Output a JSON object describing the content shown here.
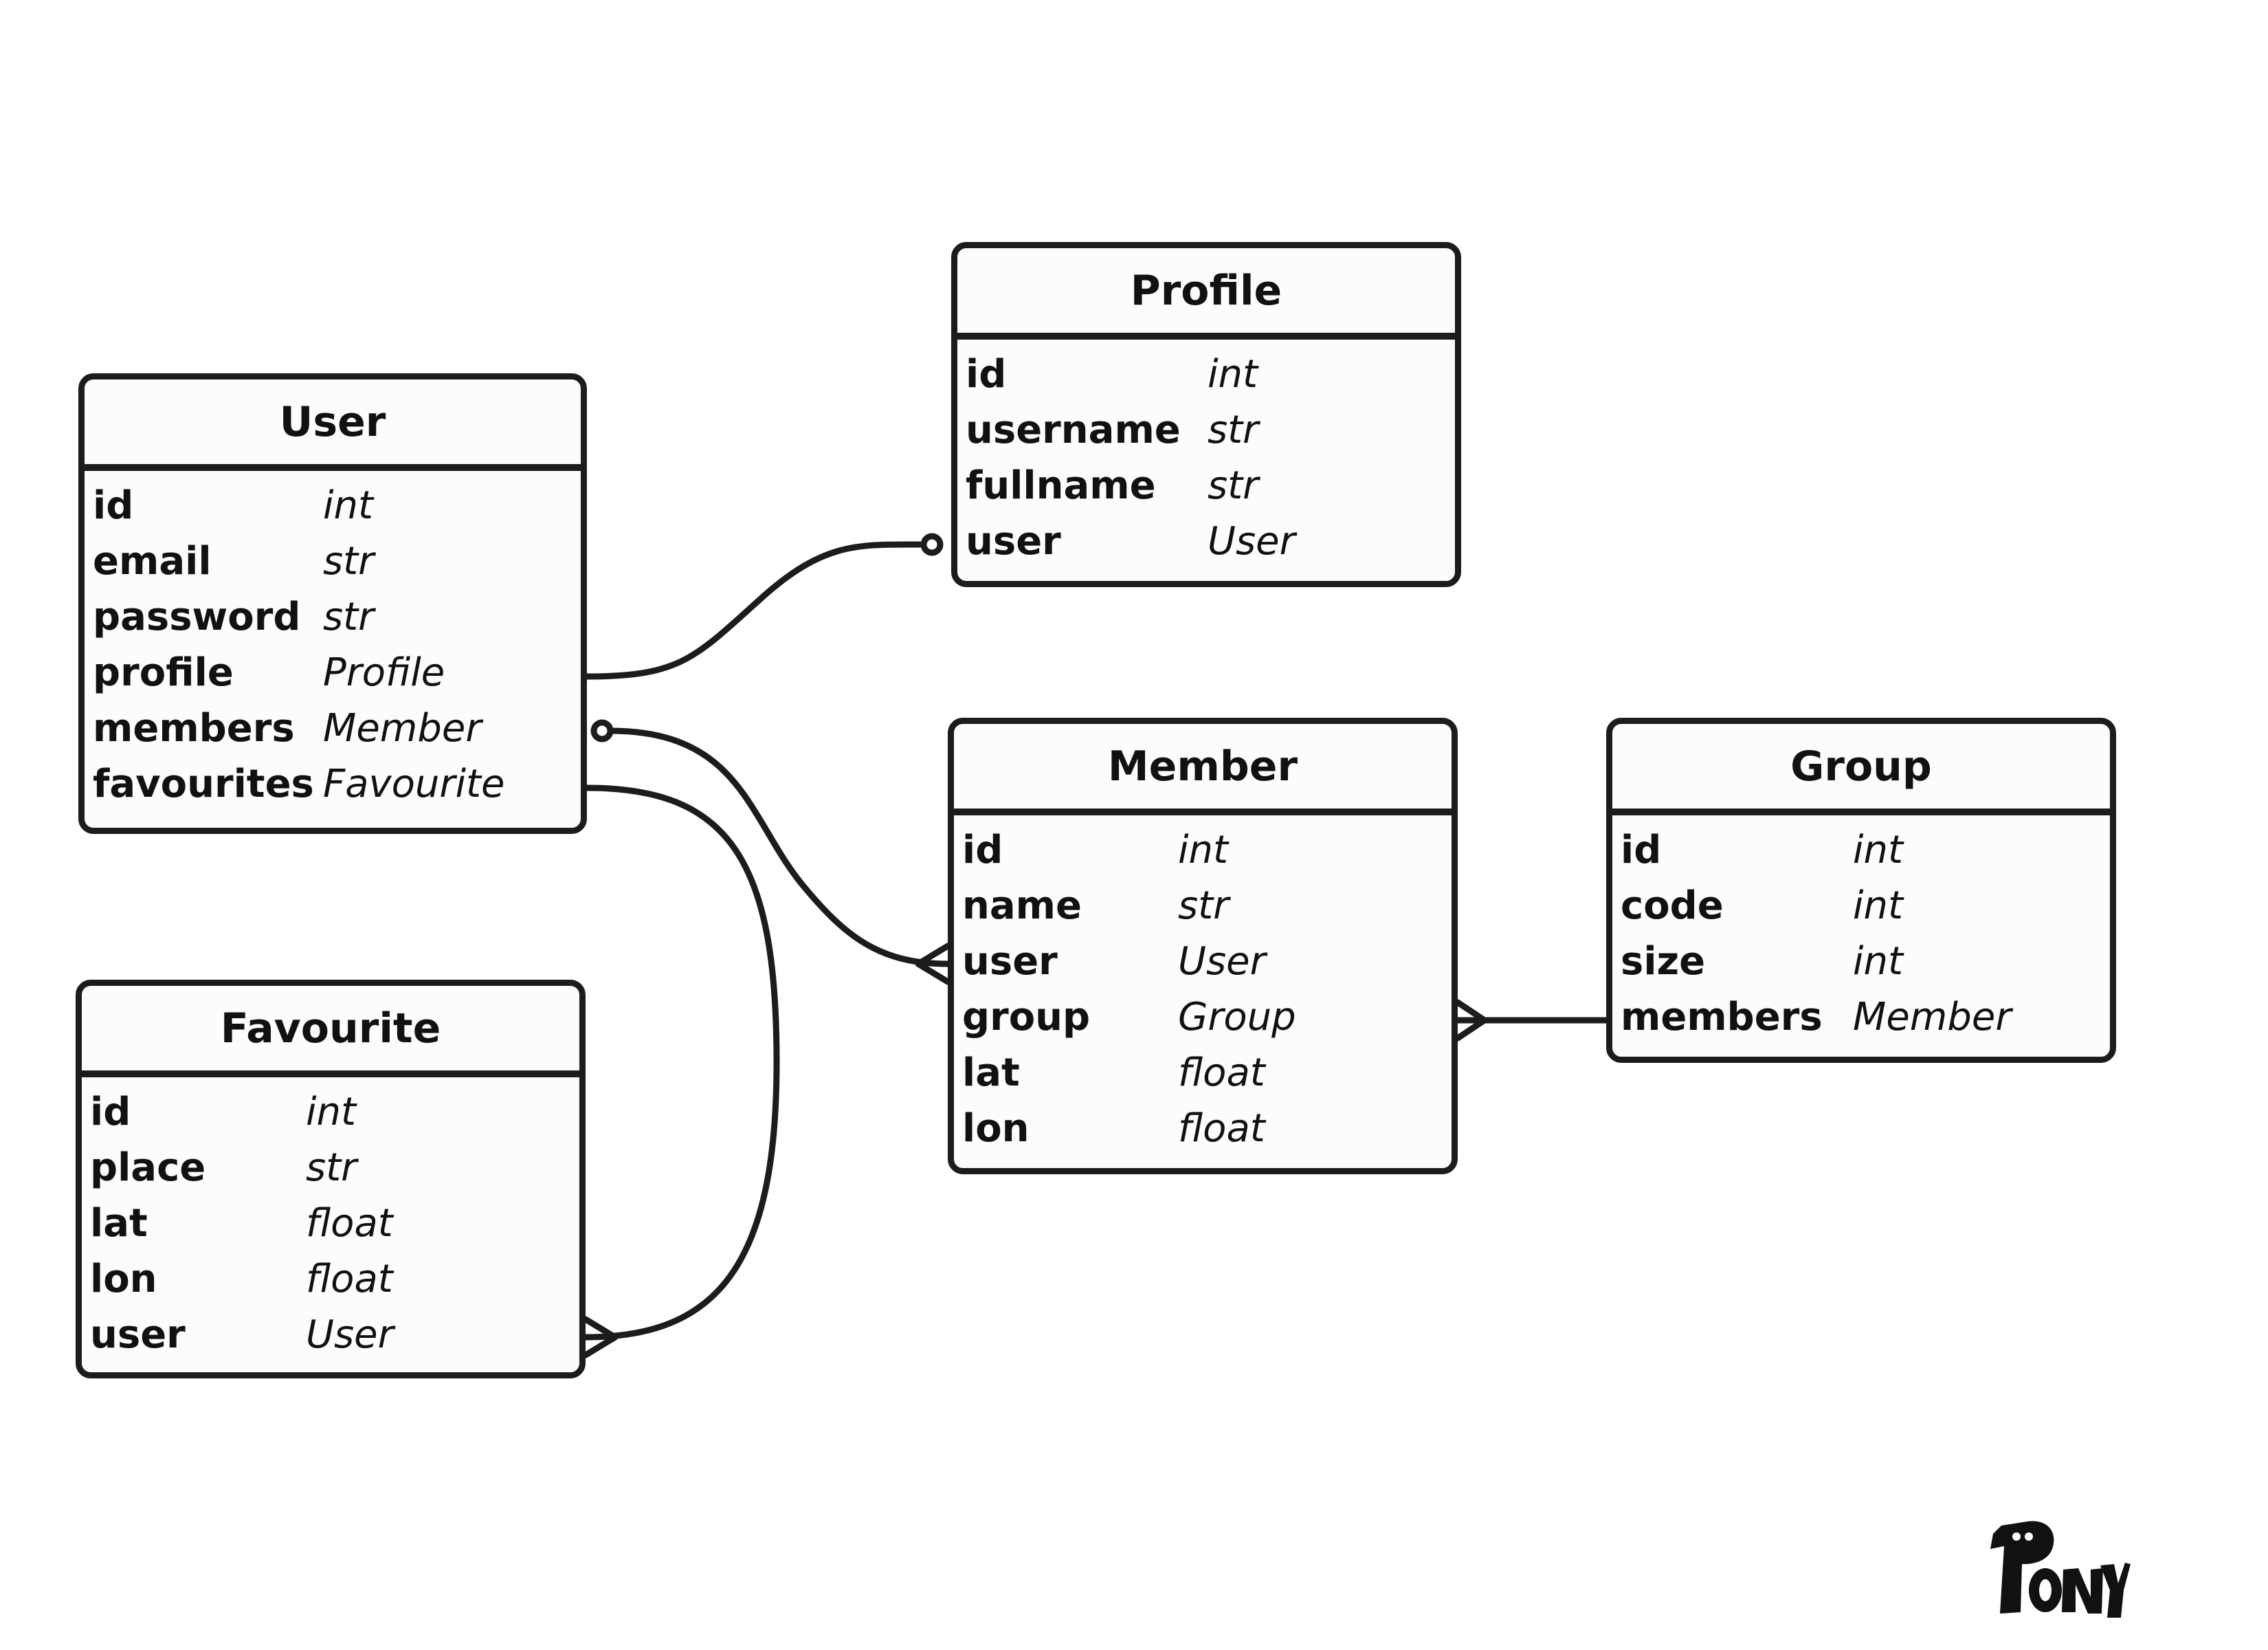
{
  "diagram": {
    "entities": [
      {
        "id": "user",
        "title": "User",
        "fields": [
          {
            "name": "id",
            "type": "int"
          },
          {
            "name": "email",
            "type": "str"
          },
          {
            "name": "password",
            "type": "str"
          },
          {
            "name": "profile",
            "type": "Profile"
          },
          {
            "name": "members",
            "type": "Member"
          },
          {
            "name": "favourites",
            "type": "Favourite"
          }
        ]
      },
      {
        "id": "profile",
        "title": "Profile",
        "fields": [
          {
            "name": "id",
            "type": "int"
          },
          {
            "name": "username",
            "type": "str"
          },
          {
            "name": "fullname",
            "type": "str"
          },
          {
            "name": "user",
            "type": "User"
          }
        ]
      },
      {
        "id": "member",
        "title": "Member",
        "fields": [
          {
            "name": "id",
            "type": "int"
          },
          {
            "name": "name",
            "type": "str"
          },
          {
            "name": "user",
            "type": "User"
          },
          {
            "name": "group",
            "type": "Group"
          },
          {
            "name": "lat",
            "type": "float"
          },
          {
            "name": "lon",
            "type": "float"
          }
        ]
      },
      {
        "id": "group",
        "title": "Group",
        "fields": [
          {
            "name": "id",
            "type": "int"
          },
          {
            "name": "code",
            "type": "int"
          },
          {
            "name": "size",
            "type": "int"
          },
          {
            "name": "members",
            "type": "Member"
          }
        ]
      },
      {
        "id": "favourite",
        "title": "Favourite",
        "fields": [
          {
            "name": "id",
            "type": "int"
          },
          {
            "name": "place",
            "type": "str"
          },
          {
            "name": "lat",
            "type": "float"
          },
          {
            "name": "lon",
            "type": "float"
          },
          {
            "name": "user",
            "type": "User"
          }
        ]
      }
    ],
    "relationships": [
      {
        "from": "User.profile",
        "to": "Profile.user",
        "from_end": "one",
        "to_end": "optional"
      },
      {
        "from": "User.members",
        "to": "Member.user",
        "from_end": "optional",
        "to_end": "many"
      },
      {
        "from": "User.favourites",
        "to": "Favourite.user",
        "from_end": "one",
        "to_end": "many"
      },
      {
        "from": "Group.members",
        "to": "Member.group",
        "from_end": "one",
        "to_end": "many"
      }
    ],
    "line_color": "#1c1c1c",
    "logo": {
      "text": "PONY"
    }
  }
}
